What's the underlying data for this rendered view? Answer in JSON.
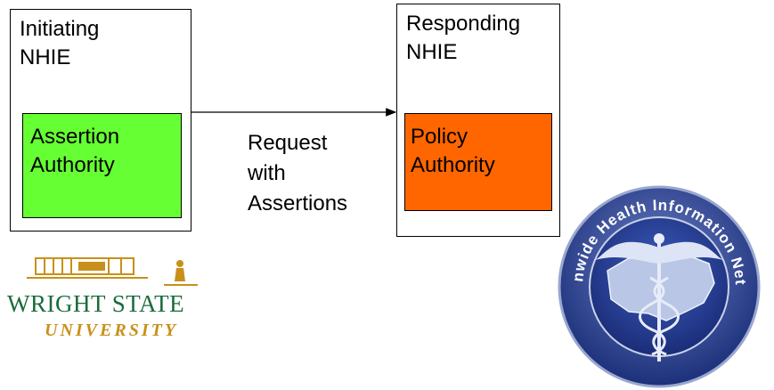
{
  "initiator": {
    "title": "Initiating\nNHIE",
    "component": {
      "label": "Assertion\nAuthority",
      "color": "#66ff33"
    }
  },
  "responder": {
    "title": "Responding\nNHIE",
    "component": {
      "label": "Policy\nAuthority",
      "color": "#ff6600"
    }
  },
  "arrow": {
    "label": "Request\nwith\nAssertions"
  },
  "logos": {
    "university": {
      "name": "WRIGHT STATE",
      "subname": "UNIVERSITY",
      "icon": "wright-flyer-icon"
    },
    "network": {
      "text": "Nationwide Health Information Network",
      "icon": "caduceus-us-map-icon"
    }
  }
}
